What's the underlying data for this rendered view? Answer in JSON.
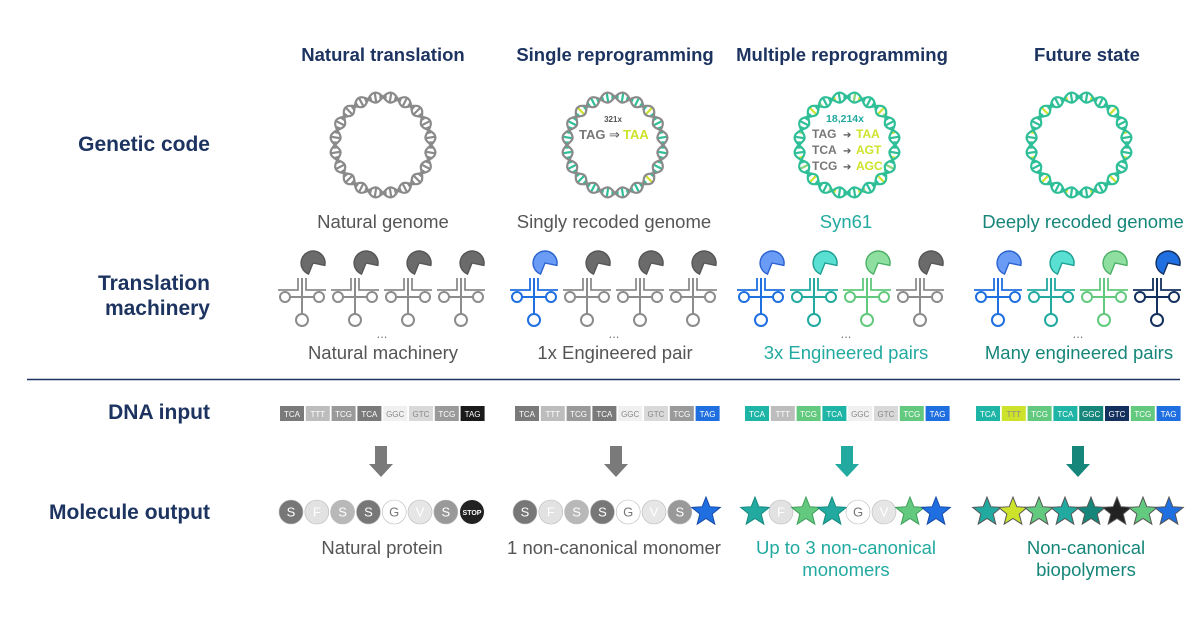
{
  "columns": [
    {
      "title": "Natural translation",
      "genome_caption": "Natural genome",
      "machinery_caption": "Natural machinery",
      "output_caption": "Natural protein",
      "ellipsis": "..."
    },
    {
      "title": "Single reprogramming",
      "genome_caption": "Singly recoded genome",
      "machinery_caption": "1x Engineered pair",
      "output_caption": "1 non-canonical monomer",
      "ellipsis": "...",
      "recode": {
        "count": "321x",
        "lines": [
          {
            "from": "TAG",
            "to": "TAA"
          }
        ]
      }
    },
    {
      "title": "Multiple reprogramming",
      "genome_caption": "Syn61",
      "machinery_caption": "3x Engineered pairs",
      "output_caption": "Up to 3 non-canonical monomers",
      "ellipsis": "...",
      "recode": {
        "count": "18,214x",
        "lines": [
          {
            "from": "TAG",
            "to": "TAA"
          },
          {
            "from": "TCA",
            "to": "AGT"
          },
          {
            "from": "TCG",
            "to": "AGC"
          }
        ]
      }
    },
    {
      "title": "Future state",
      "genome_caption": "Deeply recoded genome",
      "machinery_caption": "Many engineered pairs",
      "output_caption": "Non-canonical biopolymers",
      "ellipsis": "..."
    }
  ],
  "rows": {
    "genetic_code": "Genetic code",
    "translation_machinery": "Translation machinery",
    "dna_input": "DNA input",
    "molecule_output": "Molecule output"
  },
  "codons": [
    "TCA",
    "TTT",
    "TCG",
    "TCA",
    "GGC",
    "GTC",
    "TCG",
    "TAG"
  ],
  "codon_colors": [
    [
      "#7a7a7a",
      "#bdbdbd",
      "#9a9a9a",
      "#7a7a7a",
      "#f0f0f0",
      "#d9d9d9",
      "#9a9a9a",
      "#1a1a1a"
    ],
    [
      "#7a7a7a",
      "#bdbdbd",
      "#9a9a9a",
      "#7a7a7a",
      "#f0f0f0",
      "#d9d9d9",
      "#9a9a9a",
      "#1f6fe0"
    ],
    [
      "#1fb5a6",
      "#bdbdbd",
      "#62c97e",
      "#1fb5a6",
      "#f0f0f0",
      "#d9d9d9",
      "#62c97e",
      "#1f6fe0"
    ],
    [
      "#1fb5a6",
      "#cde32b",
      "#62c97e",
      "#1fb5a6",
      "#158679",
      "#14305e",
      "#62c97e",
      "#1f6fe0"
    ]
  ],
  "monomer_letters": [
    "S",
    "F",
    "S",
    "S",
    "G",
    "V",
    "S"
  ],
  "stop_label": "STOP",
  "colors": {
    "navy": "#1d3461",
    "gray": "#7a7a7a",
    "teal": "#22aaa0",
    "dark_teal": "#158679",
    "blue": "#1f6fe0",
    "lime": "#cde32b"
  }
}
